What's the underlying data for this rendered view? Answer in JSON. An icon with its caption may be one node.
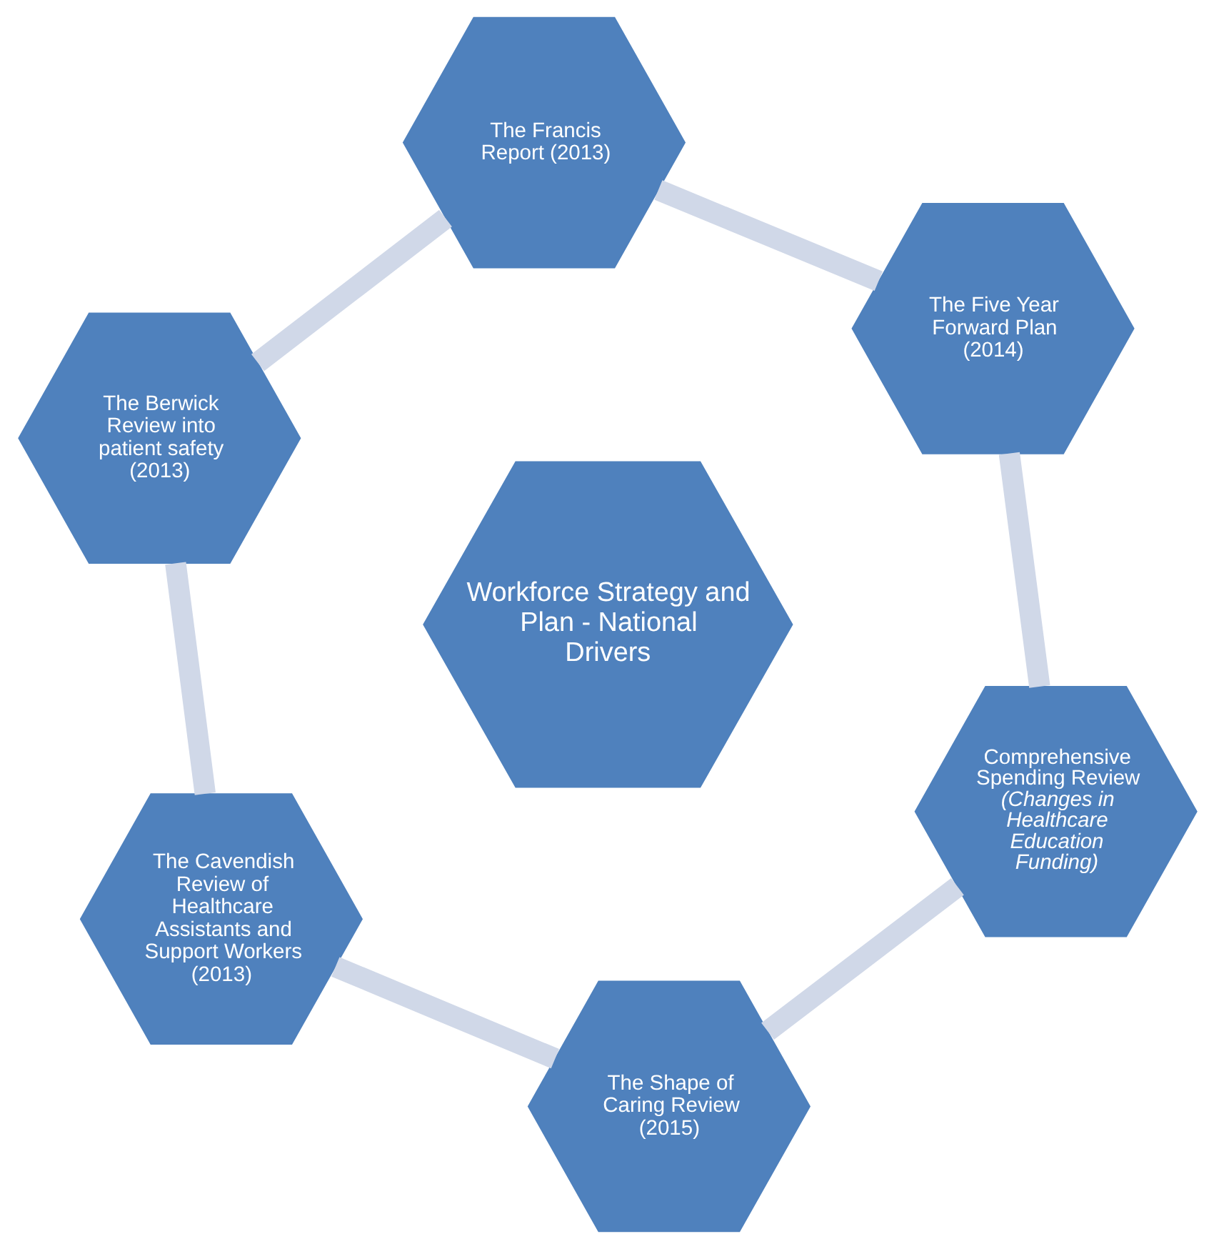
{
  "diagram": {
    "nodes": [
      {
        "text": [
          "The Francis Report (2013)"
        ]
      },
      {
        "text": [
          "The Five Year Forward Plan (2014)"
        ]
      },
      {
        "text": [
          "The Berwick Review into patient safety (2013)"
        ]
      },
      {
        "text": [
          "Workforce Strategy and  Plan - National Drivers"
        ]
      },
      {
        "text": [
          "Comprehensive Spending Review",
          "(Changes in Healthcare Education Funding)"
        ]
      },
      {
        "text": [
          "The Cavendish Review of Healthcare Assistants and Support Workers (2013)"
        ]
      },
      {
        "text": [
          "The Shape of Caring Review (2015)"
        ]
      }
    ],
    "edges": [
      {
        "from": 0,
        "to": 2,
        "arrow": "none"
      },
      {
        "from": 2,
        "to": 5,
        "arrow": "none"
      },
      {
        "from": 5,
        "to": 6,
        "arrow": "none"
      },
      {
        "from": 6,
        "to": 4,
        "arrow": "none"
      },
      {
        "from": 4,
        "to": 1,
        "arrow": "none"
      },
      {
        "from": 1,
        "to": 0,
        "arrow": "none"
      }
    ]
  }
}
